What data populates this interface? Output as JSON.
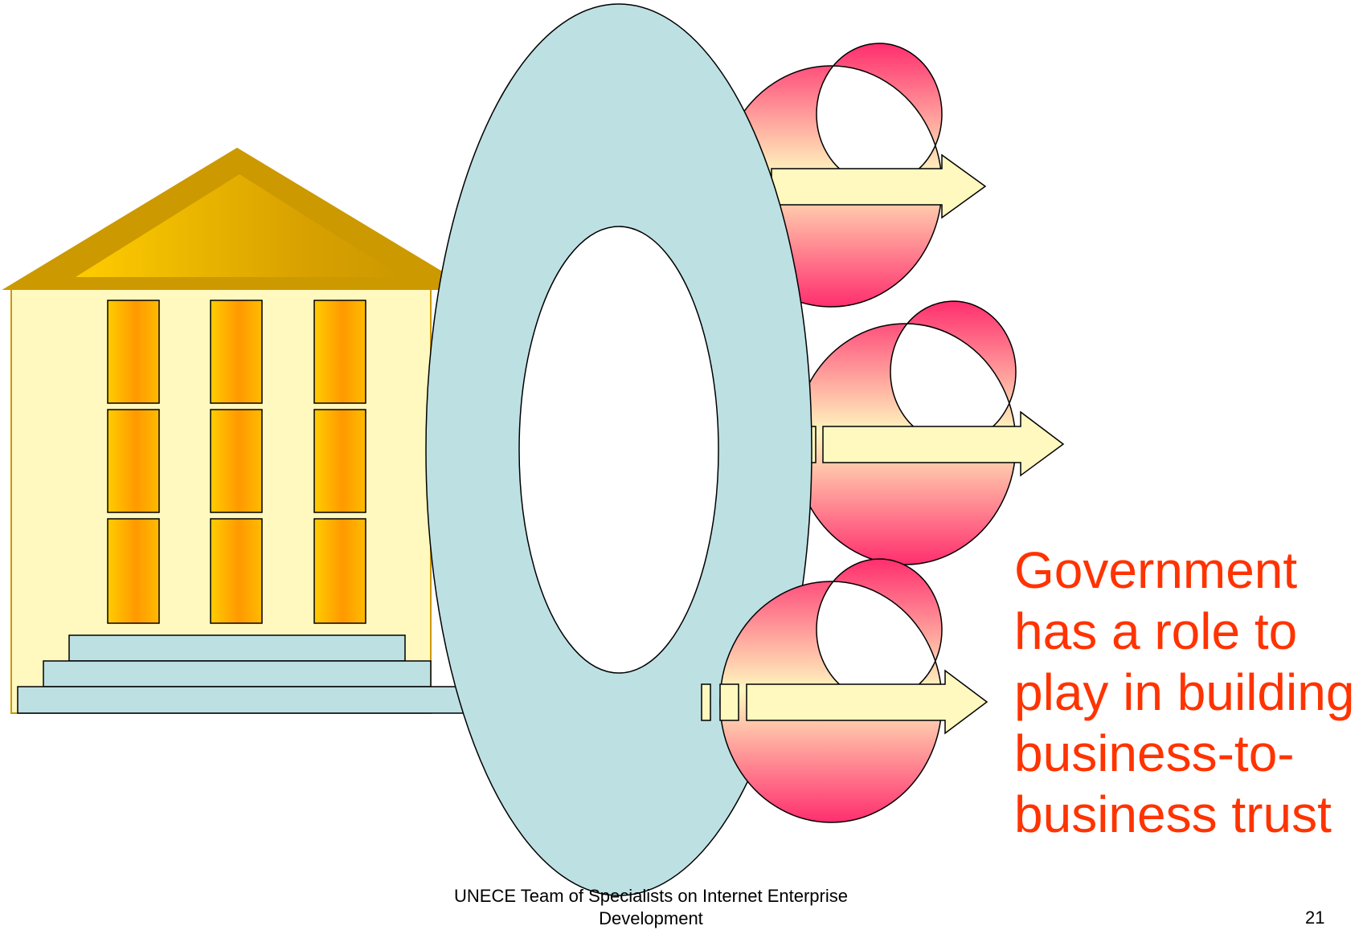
{
  "slide": {
    "message_lines": [
      "Government",
      "has a role to",
      "play in building",
      "business-to-",
      "business trust"
    ],
    "footer_lines": [
      "UNECE Team of Specialists on Internet Enterprise",
      "Development"
    ],
    "page_number": "21"
  },
  "colors": {
    "message": "#ff3300",
    "building_wall": "#fff8bf",
    "roof": "#cc9900",
    "pillar_gradient": [
      "#ffcc00",
      "#ff9900"
    ],
    "steps": "#bde0e3",
    "ring": "#bde0e3",
    "swirl_gradient": [
      "#ff2e6e",
      "#fff8bf"
    ],
    "arrow_fill": "#fff8bf"
  },
  "icons": [
    "government-building-icon",
    "trust-ring-icon",
    "swirl-arrow-icon"
  ]
}
